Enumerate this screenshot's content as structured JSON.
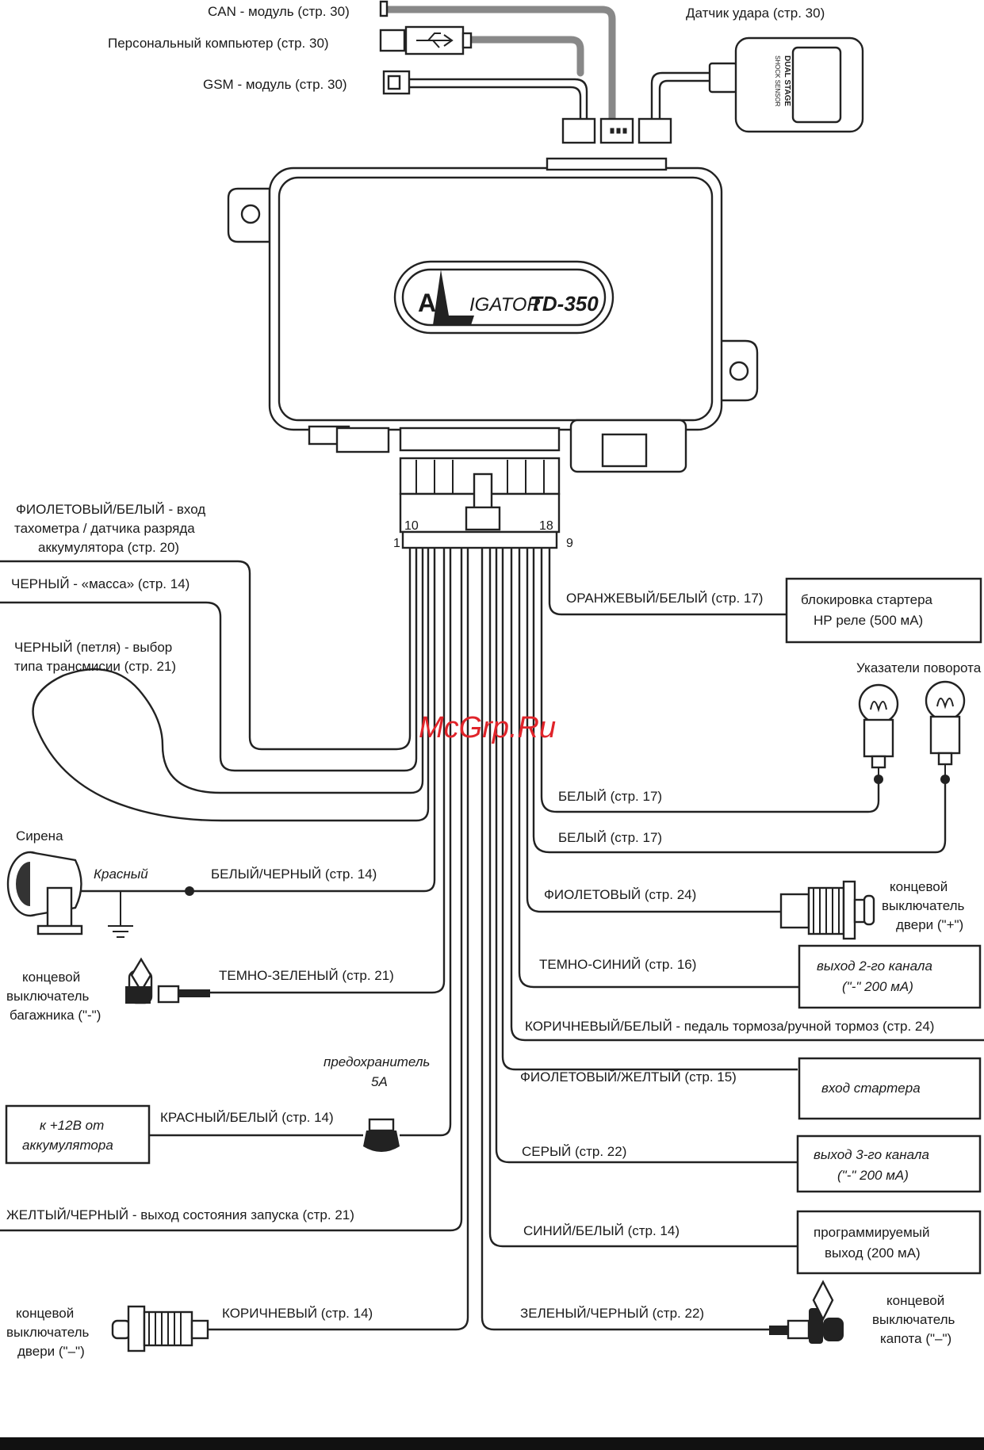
{
  "top": {
    "can": "CAN - модуль (стр. 30)",
    "pc": "Персональный компьютер (стр. 30)",
    "gsm": "GSM - модуль (стр. 30)",
    "shock": "Датчик удара (стр. 30)",
    "shock_sensor_line1": "DUAL STAGE",
    "shock_sensor_line2": "SHOCK SENSOR"
  },
  "unit": {
    "brand_letters": "A",
    "brand_rest": "IGATOR",
    "model": "TD-350"
  },
  "pins": {
    "p10": "10",
    "p18": "18",
    "p1": "1",
    "p9": "9"
  },
  "left": {
    "violet_white_1": "ФИОЛЕТОВЫЙ/БЕЛЫЙ - вход",
    "violet_white_2": "тахометра / датчика разряда",
    "violet_white_3": "аккумулятора (стр. 20)",
    "black_ground": "ЧЕРНЫЙ - «масса» (стр. 14)",
    "black_loop_1": "ЧЕРНЫЙ (петля) - выбор",
    "black_loop_2": "типа трансмисии (стр. 21)",
    "siren": "Сирена",
    "red": "Красный",
    "white_black": "БЕЛЫЙ/ЧЕРНЫЙ (стр. 14)",
    "trunk_1": "концевой",
    "trunk_2": "выключатель",
    "trunk_3": "багажника (\"-\")",
    "dark_green": "ТЕМНО-ЗЕЛЕНЫЙ (стр. 21)",
    "fuse_1": "предохранитель",
    "fuse_2": "5А",
    "battery_1": "к +12В от",
    "battery_2": "аккумулятора",
    "red_white": "КРАСНЫЙ/БЕЛЫЙ (стр. 14)",
    "yellow_black": "ЖЕЛТЫЙ/ЧЕРНЫЙ - выход состояния запуска (стр. 21)",
    "door_1": "концевой",
    "door_2": "выключатель",
    "door_3": "двери (\"–\")",
    "brown": "КОРИЧНЕВЫЙ (стр. 14)"
  },
  "right": {
    "orange_white": "ОРАНЖЕВЫЙ/БЕЛЫЙ (стр. 17)",
    "starter_block_1": "блокировка стартера",
    "starter_block_2": "НР реле (500 мА)",
    "turn_signals": "Указатели поворота",
    "white1": "БЕЛЫЙ (стр. 17)",
    "white2": "БЕЛЫЙ (стр. 17)",
    "violet": "ФИОЛЕТОВЫЙ (стр. 24)",
    "door_plus_1": "концевой",
    "door_plus_2": "выключатель",
    "door_plus_3": "двери (\"+\")",
    "dark_blue": "ТЕМНО-СИНИЙ (стр. 16)",
    "ch2_1": "выход 2-го канала",
    "ch2_2": "(\"-\" 200 мА)",
    "brown_white": "КОРИЧНЕВЫЙ/БЕЛЫЙ - педаль тормоза/ручной тормоз (стр. 24)",
    "violet_yellow": "ФИОЛЕТОВЫЙ/ЖЕЛТЫЙ (стр. 15)",
    "starter_in": "вход стартера",
    "grey": "СЕРЫЙ (стр. 22)",
    "ch3_1": "выход 3-го канала",
    "ch3_2": "(\"-\" 200 мА)",
    "blue_white": "СИНИЙ/БЕЛЫЙ (стр. 14)",
    "prog_1": "программируемый",
    "prog_2": "выход (200 мА)",
    "green_black": "ЗЕЛЕНЫЙ/ЧЕРНЫЙ (стр. 22)",
    "hood_1": "концевой",
    "hood_2": "выключатель",
    "hood_3": "капота (\"–\")"
  },
  "watermark": "McGrp.Ru"
}
